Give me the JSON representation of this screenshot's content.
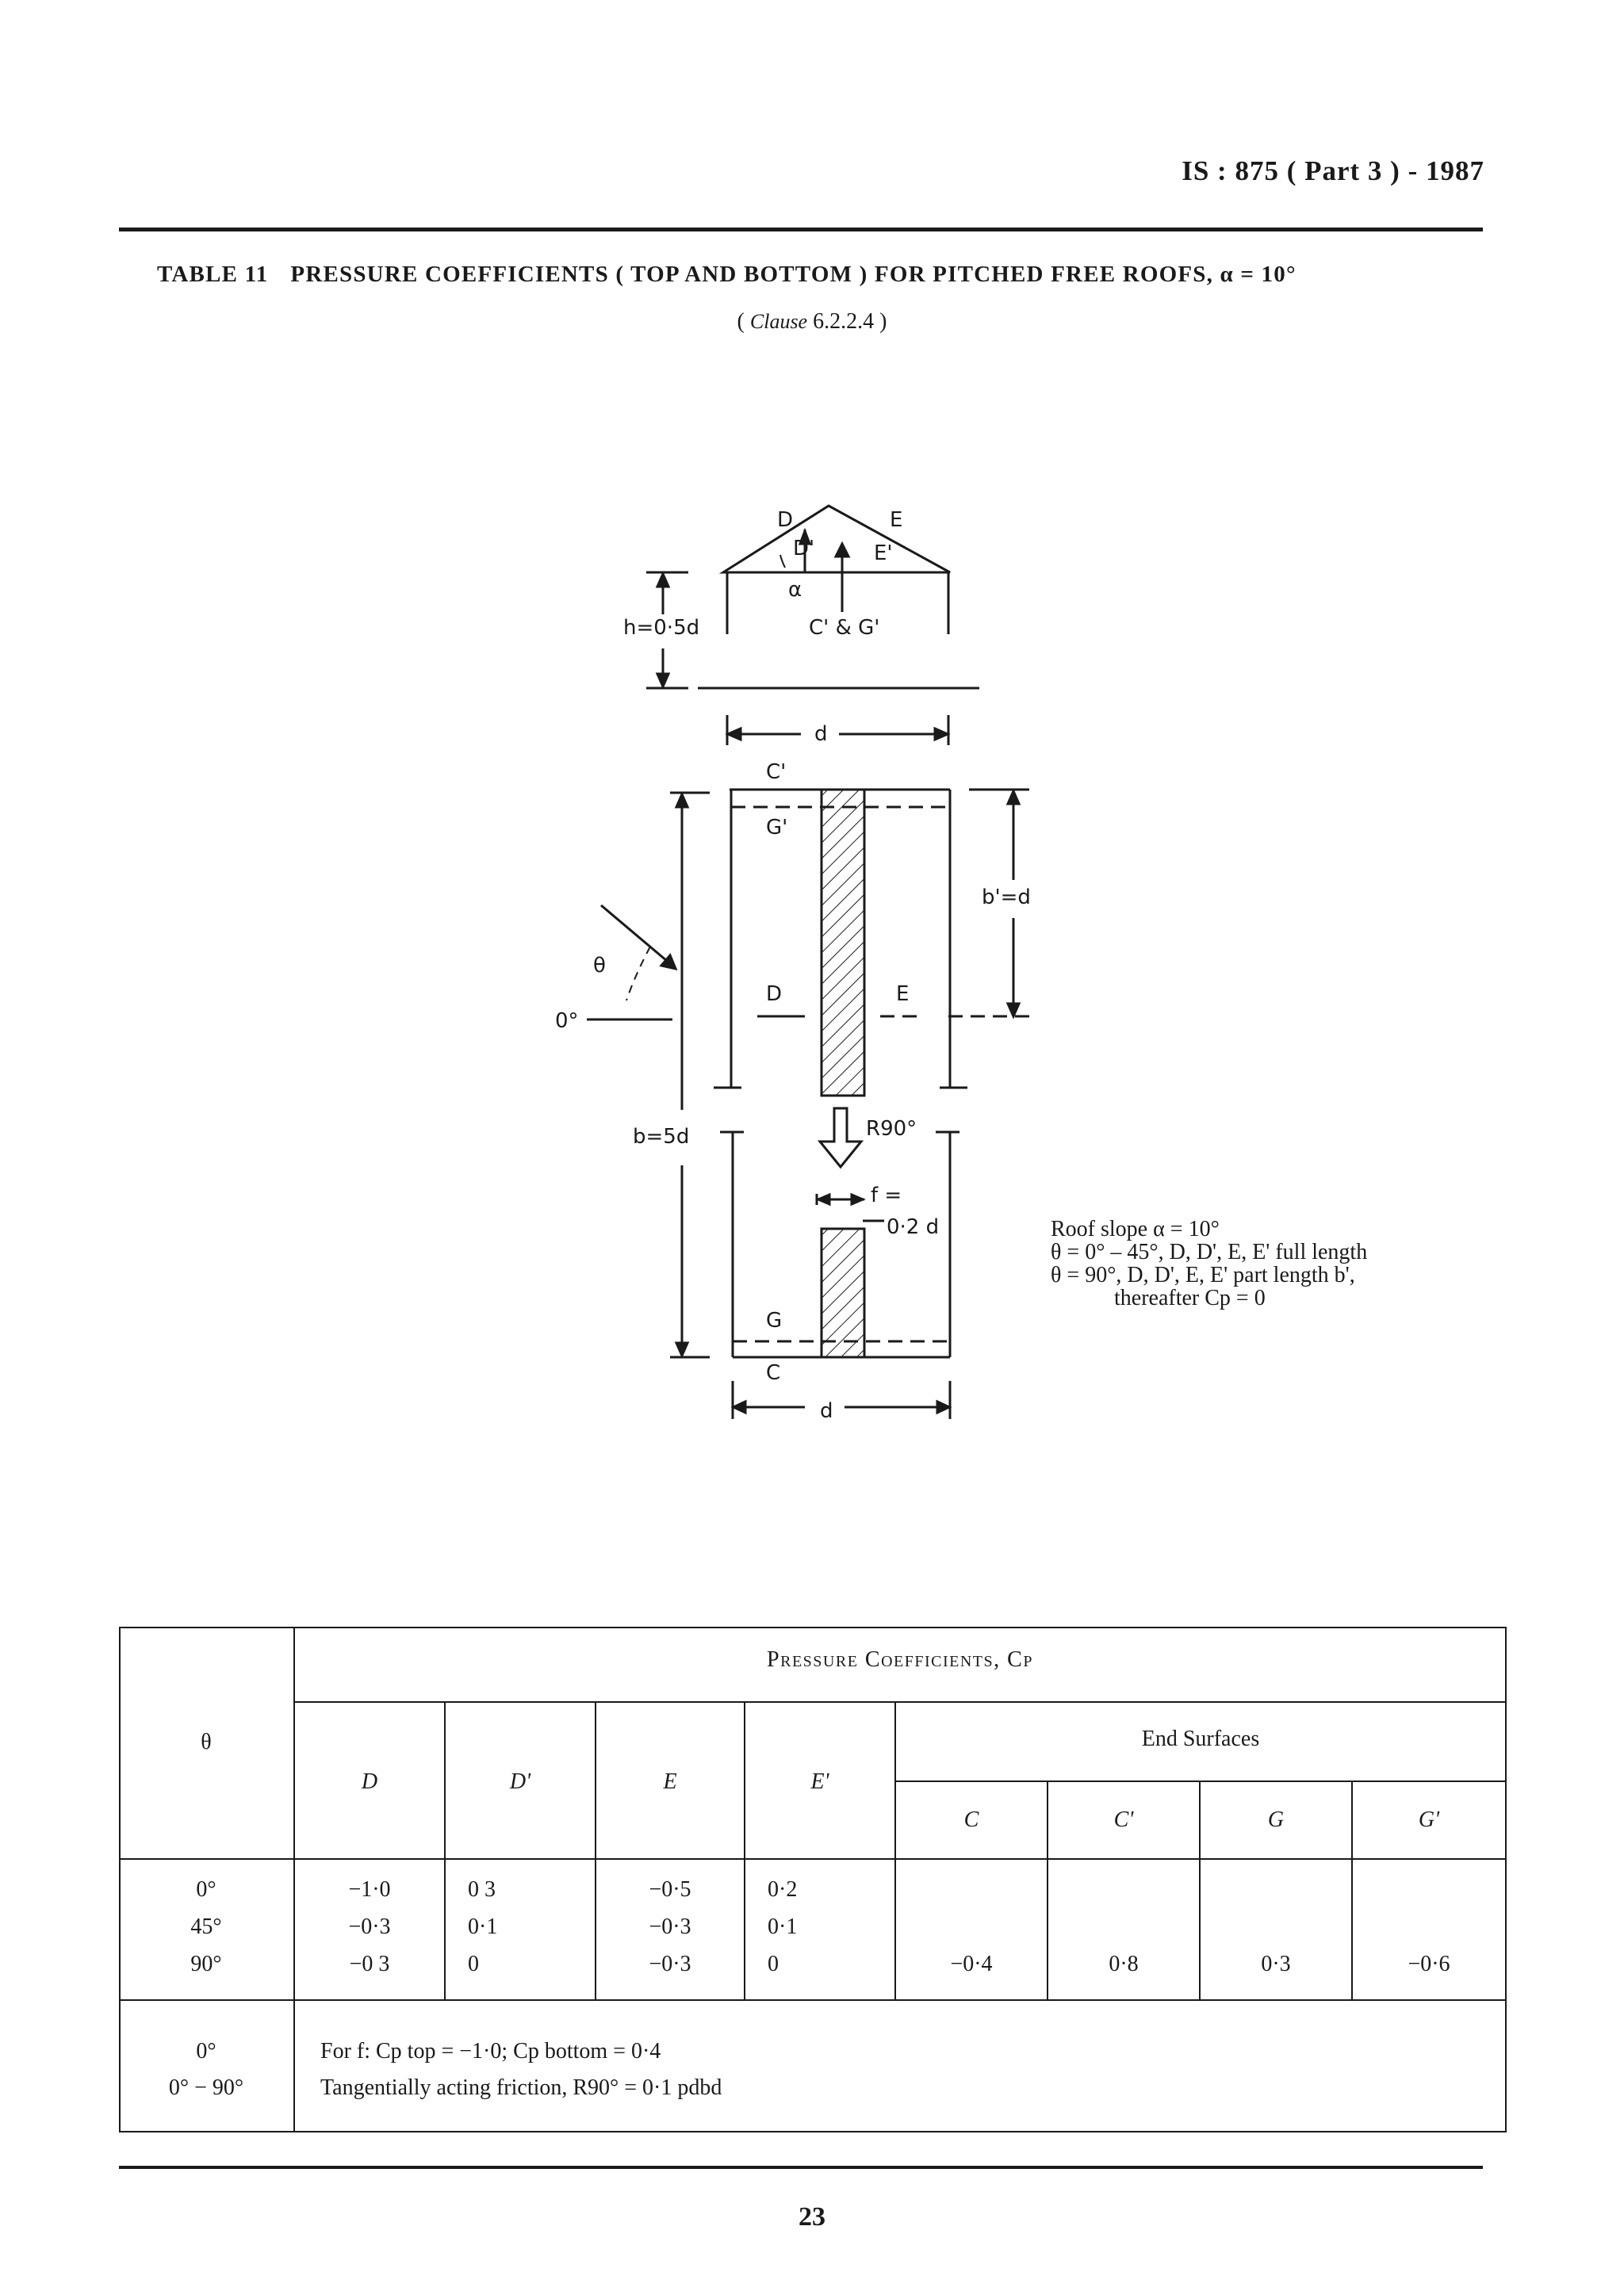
{
  "header": {
    "standard": "IS : 875 ( Part 3 ) - 1987"
  },
  "title": {
    "number": "TABLE 11",
    "text": "PRESSURE COEFFICIENTS ( TOP AND BOTTOM ) FOR PITCHED FREE ROOFS, α = 10°",
    "clause_prefix": "Clause",
    "clause_ref": "6.2.2.4"
  },
  "figure": {
    "labels": {
      "D": "D",
      "D_prime": "D'",
      "E": "E",
      "E_prime": "E'",
      "alpha": "α",
      "cg": "C' & G'",
      "h": "h=0·5d",
      "d": "d",
      "c_prime": "C'",
      "g_prime": "G'",
      "b_prime": "b'=d",
      "theta": "θ",
      "zero": "0°",
      "plan_D": "D",
      "plan_E": "E",
      "b": "b=5d",
      "r90": "R90°",
      "f": "f =",
      "f_val": "0·2 d",
      "G": "G",
      "C": "C",
      "d_bottom": "d"
    },
    "notes": [
      "Roof slope α = 10°",
      "θ = 0° – 45°, D, D', E, E' full length",
      "θ = 90°, D, D', E, E' part length b',",
      "thereafter Cp = 0"
    ]
  },
  "table": {
    "header_title": "Pressure Coefficients, Cp",
    "theta_header": "θ",
    "columns": [
      "D",
      "D'",
      "E",
      "E'"
    ],
    "end_surfaces_header": "End Surfaces",
    "end_columns": [
      "C",
      "C'",
      "G",
      "G'"
    ],
    "rows": [
      {
        "theta": "0°",
        "D": "−1·0",
        "D_prime": "0 3",
        "E": "−0·5",
        "E_prime": "0·2"
      },
      {
        "theta": "45°",
        "D": "−0·3",
        "D_prime": "0·1",
        "E": "−0·3",
        "E_prime": "0·1"
      },
      {
        "theta": "90°",
        "D": "−0 3",
        "D_prime": "0",
        "E": "−0·3",
        "E_prime": "0"
      }
    ],
    "end_values": [
      "−0·4",
      "0·8",
      "0·3",
      "−0·6"
    ],
    "footer_rows": [
      {
        "theta": "0°",
        "text": "For f: Cp top = −1·0; Cp bottom = 0·4"
      },
      {
        "theta": "0° − 90°",
        "text": "Tangentially acting friction, R90° = 0·1 pdbd"
      }
    ]
  },
  "page_number": "23"
}
